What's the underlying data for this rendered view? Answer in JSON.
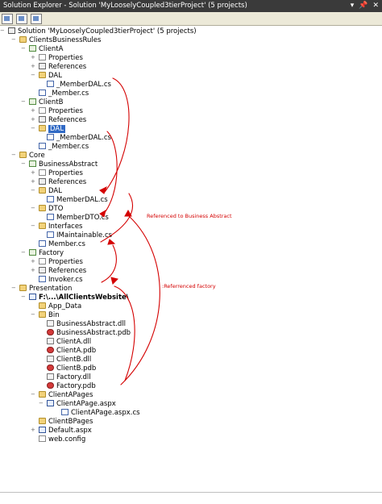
{
  "titlebar": {
    "title": "Solution Explorer - Solution 'MyLooselyCoupled3tierProject' (5 projects)",
    "dropdown": "▾",
    "pin": "📌",
    "close": "✕"
  },
  "tree": [
    {
      "label": "Solution 'MyLooselyCoupled3tierProject' (5 projects)",
      "icon": "solution-icon"
    },
    {
      "label": "ClientsBusinessRules",
      "icon": "folder-icon"
    },
    {
      "label": "ClientA",
      "icon": "project-icon"
    },
    {
      "label": "Properties",
      "icon": "properties-icon"
    },
    {
      "label": "References",
      "icon": "references-icon"
    },
    {
      "label": "DAL",
      "icon": "folder-icon"
    },
    {
      "label": "_MemberDAL.cs",
      "icon": "csharp-file-icon"
    },
    {
      "label": "_Member.cs",
      "icon": "csharp-file-icon"
    },
    {
      "label": "ClientB",
      "icon": "project-icon"
    },
    {
      "label": "Properties",
      "icon": "properties-icon"
    },
    {
      "label": "References",
      "icon": "references-icon"
    },
    {
      "label": "DAL",
      "icon": "folder-icon",
      "selected": true
    },
    {
      "label": "_MemberDAL.cs",
      "icon": "csharp-file-icon"
    },
    {
      "label": "_Member.cs",
      "icon": "csharp-file-icon"
    },
    {
      "label": "Core",
      "icon": "folder-icon"
    },
    {
      "label": "BusinessAbstract",
      "icon": "project-icon"
    },
    {
      "label": "Properties",
      "icon": "properties-icon"
    },
    {
      "label": "References",
      "icon": "references-icon"
    },
    {
      "label": "DAL",
      "icon": "folder-icon"
    },
    {
      "label": "MemberDAL.cs",
      "icon": "csharp-file-icon"
    },
    {
      "label": "DTO",
      "icon": "folder-icon"
    },
    {
      "label": "MemberDTO.cs",
      "icon": "csharp-file-icon"
    },
    {
      "label": "Interfaces",
      "icon": "folder-icon"
    },
    {
      "label": "IMaintainable.cs",
      "icon": "csharp-file-icon"
    },
    {
      "label": "Member.cs",
      "icon": "csharp-file-icon"
    },
    {
      "label": "Factory",
      "icon": "project-icon"
    },
    {
      "label": "Properties",
      "icon": "properties-icon"
    },
    {
      "label": "References",
      "icon": "references-icon"
    },
    {
      "label": "Invoker.cs",
      "icon": "csharp-file-icon"
    },
    {
      "label": "Presentation",
      "icon": "folder-icon"
    },
    {
      "label": "F:\\...\\AllClientsWebsite\\",
      "icon": "website-icon",
      "bold": true
    },
    {
      "label": "App_Data",
      "icon": "folder-icon"
    },
    {
      "label": "Bin",
      "icon": "folder-icon"
    },
    {
      "label": "BusinessAbstract.dll",
      "icon": "dll-file-icon"
    },
    {
      "label": "BusinessAbstract.pdb",
      "icon": "pdb-file-icon"
    },
    {
      "label": "ClientA.dll",
      "icon": "dll-file-icon"
    },
    {
      "label": "ClientA.pdb",
      "icon": "pdb-file-icon"
    },
    {
      "label": "ClientB.dll",
      "icon": "dll-file-icon"
    },
    {
      "label": "ClientB.pdb",
      "icon": "pdb-file-icon"
    },
    {
      "label": "Factory.dll",
      "icon": "dll-file-icon"
    },
    {
      "label": "Factory.pdb",
      "icon": "pdb-file-icon"
    },
    {
      "label": "ClientAPages",
      "icon": "folder-icon"
    },
    {
      "label": "ClientAPage.aspx",
      "icon": "aspx-file-icon"
    },
    {
      "label": "ClientAPage.aspx.cs",
      "icon": "csharp-file-icon"
    },
    {
      "label": "ClientBPages",
      "icon": "folder-icon"
    },
    {
      "label": "Default.aspx",
      "icon": "aspx-file-icon"
    },
    {
      "label": "web.config",
      "icon": "config-file-icon"
    }
  ],
  "annotations": {
    "note1": "Referenced to Business Abstract",
    "note2": ":Referrenced factory"
  },
  "colors": {
    "annotation": "#d40000",
    "selection": "#316ac5",
    "titlebar": "#3a3a3a"
  }
}
